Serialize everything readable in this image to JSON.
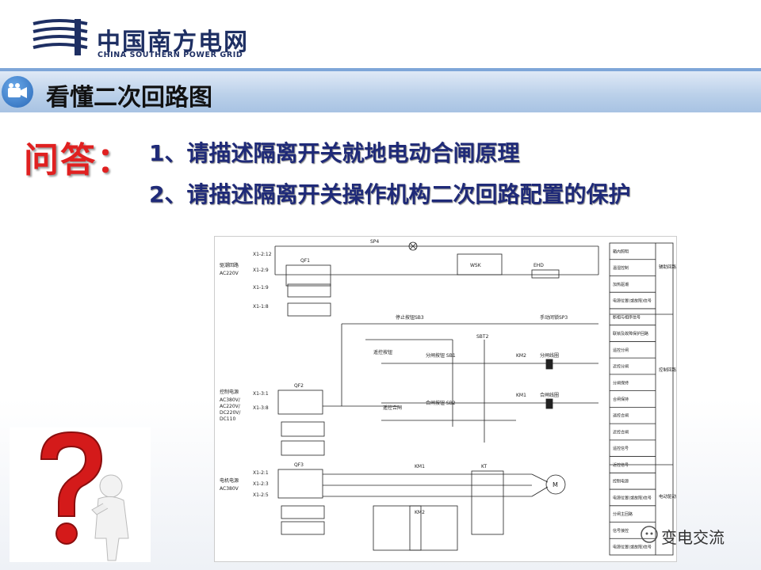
{
  "brand": {
    "name_cn": "中国南方电网",
    "name_en": "CHINA SOUTHERN POWER GRID"
  },
  "slide": {
    "title": "看懂二次回路图"
  },
  "qa": {
    "label": "问答：",
    "questions": [
      "1、请描述隔离开关就地电动合闸原理",
      "2、请描述隔离开关操作机构二次回路配置的保护"
    ]
  },
  "diagram": {
    "left_labels": {
      "drive_loop": "驱潮回路",
      "drive_voltage": "AC220V",
      "control_power": "控制电源",
      "control_voltages": [
        "AC380V/",
        "AC220V/",
        "DC220V/",
        "DC110"
      ],
      "motor_power": "电机电源",
      "motor_voltage": "AC380V"
    },
    "terminals": [
      "X1-2:12",
      "X1-2:9",
      "X1-1:9",
      "X1-1:8",
      "X1-3:1",
      "X1-3:8",
      "X1-2:1",
      "X1-2:3",
      "X1-2:5"
    ],
    "components": {
      "sp4": "SP4",
      "ehd": "EHD",
      "wsk": "WSK",
      "qf1": "QF1",
      "qf2": "QF2",
      "qf3": "QF3",
      "km1": "KM1",
      "km2": "KM2",
      "kt": "KT",
      "sbt2": "SBT2",
      "motor": "M",
      "stop_button": "停止按钮SB3",
      "manual_lock": "手动闭锁SP3",
      "open_button": "分闸按钮 SB1",
      "close_button": "合闸按钮 SB2",
      "remote_control": "遥控按钮",
      "remote_close": "遥控合闸",
      "open_coil": "分闸线圈",
      "close_coil": "合闸线圈"
    },
    "right_table": [
      "箱内照明",
      "温湿控制",
      "加热驱潮",
      "电源位置(或故障)信号",
      "断相与相序信号",
      "联锁及故障保护回路",
      "遥控分闸",
      "近控分闸",
      "分闸保持",
      "合闸保持",
      "遥控合闸",
      "近控合闸",
      "遥控信号",
      "近控信号",
      "控制电源",
      "电源位置(或故障)信号",
      "分闸主回路",
      "信号接控",
      "电源位置(或故障)信号"
    ],
    "right_groups": [
      "辅助回路",
      "控制回路",
      "电动驱动回路"
    ]
  },
  "watermark": {
    "text": "变电交流"
  },
  "colors": {
    "brand": "#1e2f63",
    "accent_red": "#e02020",
    "question_blue": "#1f2a78",
    "band": "#b9cfe9"
  }
}
